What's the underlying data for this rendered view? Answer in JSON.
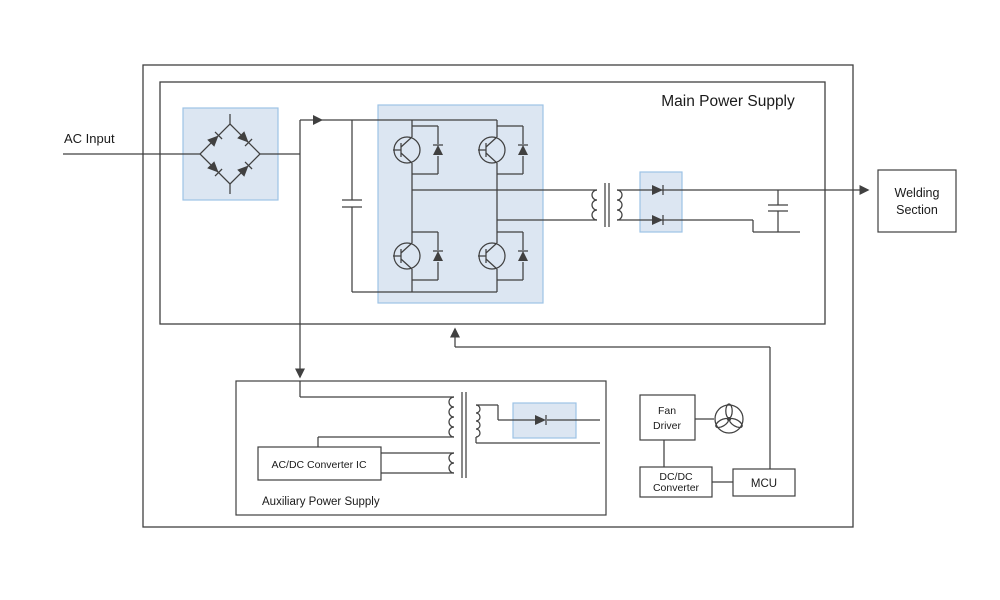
{
  "diagram": {
    "ac_input_label": "AC Input",
    "main_power_supply_title": "Main Power Supply",
    "welding_section_line1": "Welding",
    "welding_section_line2": "Section",
    "auxiliary_title": "Auxiliary Power Supply",
    "acdc_converter_ic_label": "AC/DC Converter IC",
    "fan_driver_line1": "Fan",
    "fan_driver_line2": "Driver",
    "dcdc_converter_line1": "DC/DC",
    "dcdc_converter_line2": "Converter",
    "mcu_label": "MCU"
  },
  "colors": {
    "highlight_fill": "#dce6f2",
    "highlight_stroke": "#9dc3e6",
    "wire": "#404040",
    "text": "#1a1a1a",
    "background": "#ffffff"
  }
}
